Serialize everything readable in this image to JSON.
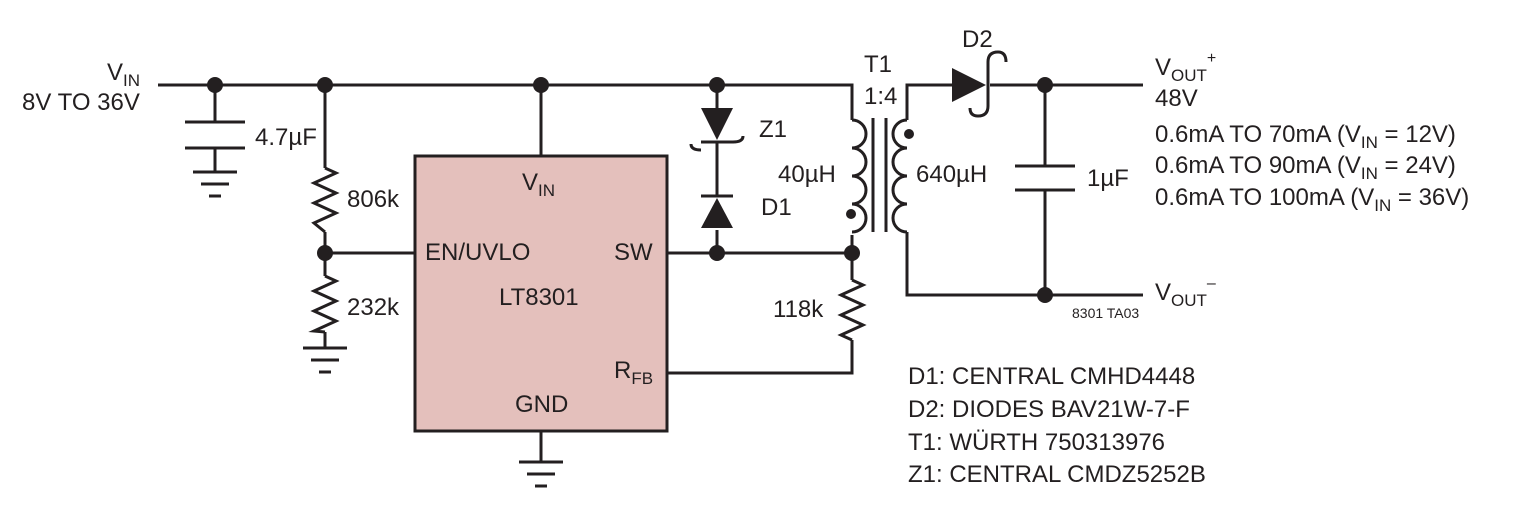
{
  "colors": {
    "ic_fill": "#e4c0bc",
    "line": "#231f20",
    "background": "#ffffff"
  },
  "input": {
    "label_main": "V",
    "label_sub": "IN",
    "range": "8V TO 36V"
  },
  "components": {
    "c_in": "4.7µF",
    "r_top": "806k",
    "r_bottom": "232k",
    "r_fb": "118k",
    "z1": "Z1",
    "d1": "D1",
    "d2": "D2",
    "t1_name": "T1",
    "t1_ratio": "1:4",
    "t1_primary": "40µH",
    "t1_secondary": "640µH",
    "c_out": "1µF"
  },
  "ic": {
    "part": "LT8301",
    "pin_vin_main": "V",
    "pin_vin_sub": "IN",
    "pin_en": "EN/UVLO",
    "pin_sw": "SW",
    "pin_rfb_main": "R",
    "pin_rfb_sub": "FB",
    "pin_gnd": "GND"
  },
  "output": {
    "vout_plus_main": "V",
    "vout_plus_sub": "OUT",
    "vout_plus_sup": "+",
    "vout_minus_main": "V",
    "vout_minus_sub": "OUT",
    "vout_minus_sup": "–",
    "voltage": "48V",
    "currents": [
      {
        "pre": "0.6mA TO 70mA (V",
        "sub": "IN",
        "post": " = 12V)"
      },
      {
        "pre": "0.6mA TO 90mA (V",
        "sub": "IN",
        "post": " = 24V)"
      },
      {
        "pre": "0.6mA TO 100mA (V",
        "sub": "IN",
        "post": " = 36V)"
      }
    ]
  },
  "figure_id": "8301 TA03",
  "bom": [
    "D1: CENTRAL CMHD4448",
    "D2: DIODES BAV21W-7-F",
    "T1: WÜRTH 750313976",
    "Z1: CENTRAL CMDZ5252B"
  ]
}
